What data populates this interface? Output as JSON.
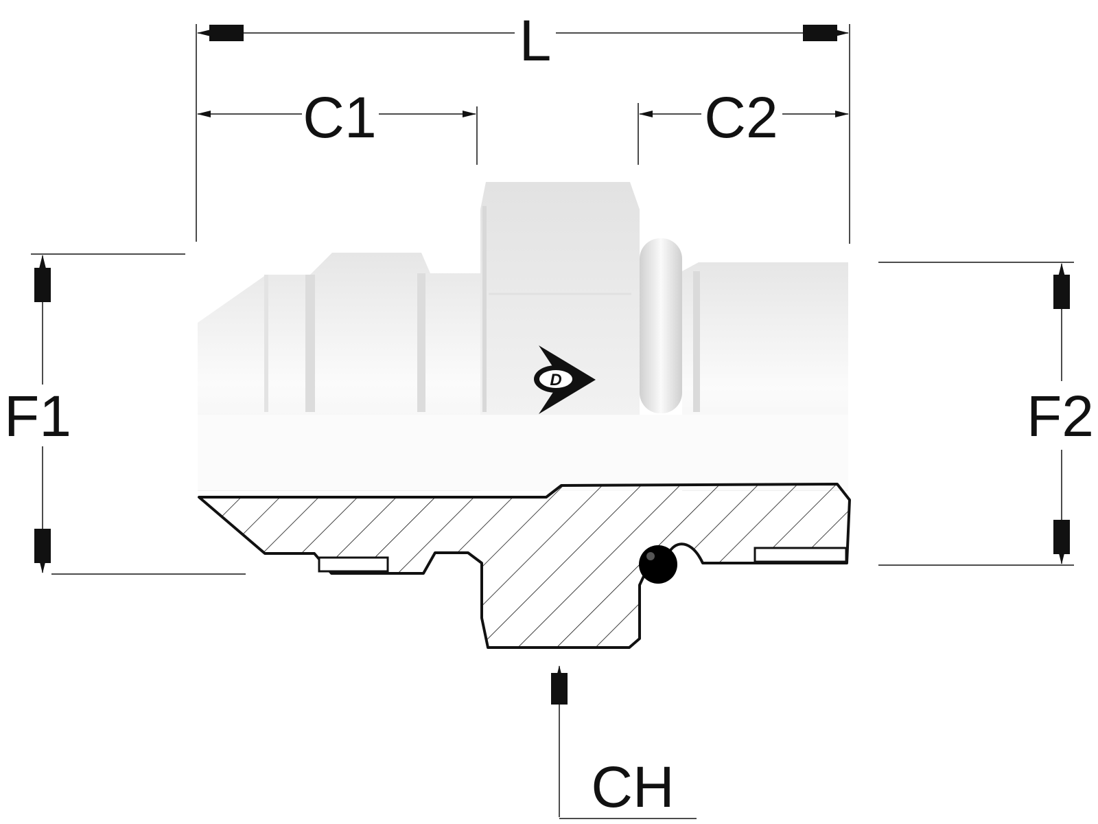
{
  "dimensions": {
    "overall_length": "L",
    "left_thread_length": "C1",
    "right_thread_length": "C2",
    "left_thread_size": "F1",
    "right_thread_size": "F2",
    "hex_size": "CH"
  },
  "logo": {
    "icon": "dunlop-d-arrow-icon",
    "letter": "D"
  },
  "colors": {
    "line": "#111111",
    "body_light": "#f2f2f2",
    "body_shadow": "#d6d6d6",
    "section_fill": "#ffffff",
    "oring": "#000000"
  }
}
